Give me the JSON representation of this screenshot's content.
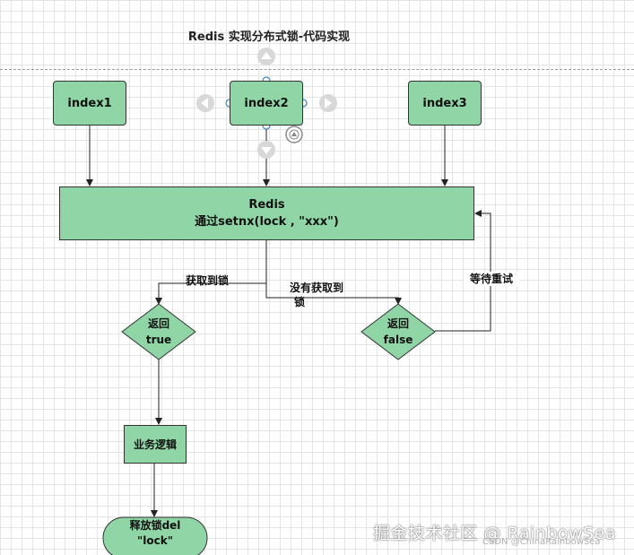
{
  "title": "Redis 实现分布式锁-代码实现",
  "nodes": {
    "index1": "index1",
    "index2": "index2",
    "index3": "index3",
    "redis_line1": "Redis",
    "redis_line2": "通过setnx(lock , \"xxx\")",
    "return_true_line1": "返回",
    "return_true_line2": "true",
    "return_false_line1": "返回",
    "return_false_line2": "false",
    "business_logic": "业务逻辑",
    "release_line1": "释放锁del",
    "release_line2": "\"lock\""
  },
  "edge_labels": {
    "got_lock": "获取到锁",
    "no_lock_line1": "没有获取到",
    "no_lock_line2": "锁",
    "wait_retry": "等待重试"
  },
  "colors": {
    "node_fill": "#8fd5a6",
    "border": "#333333",
    "selection_handle": "#3b82c4"
  },
  "watermark": {
    "main": "掘金技术社区 @ RainbowSea",
    "sub": "CSDN @ChinaRainbowSea"
  }
}
